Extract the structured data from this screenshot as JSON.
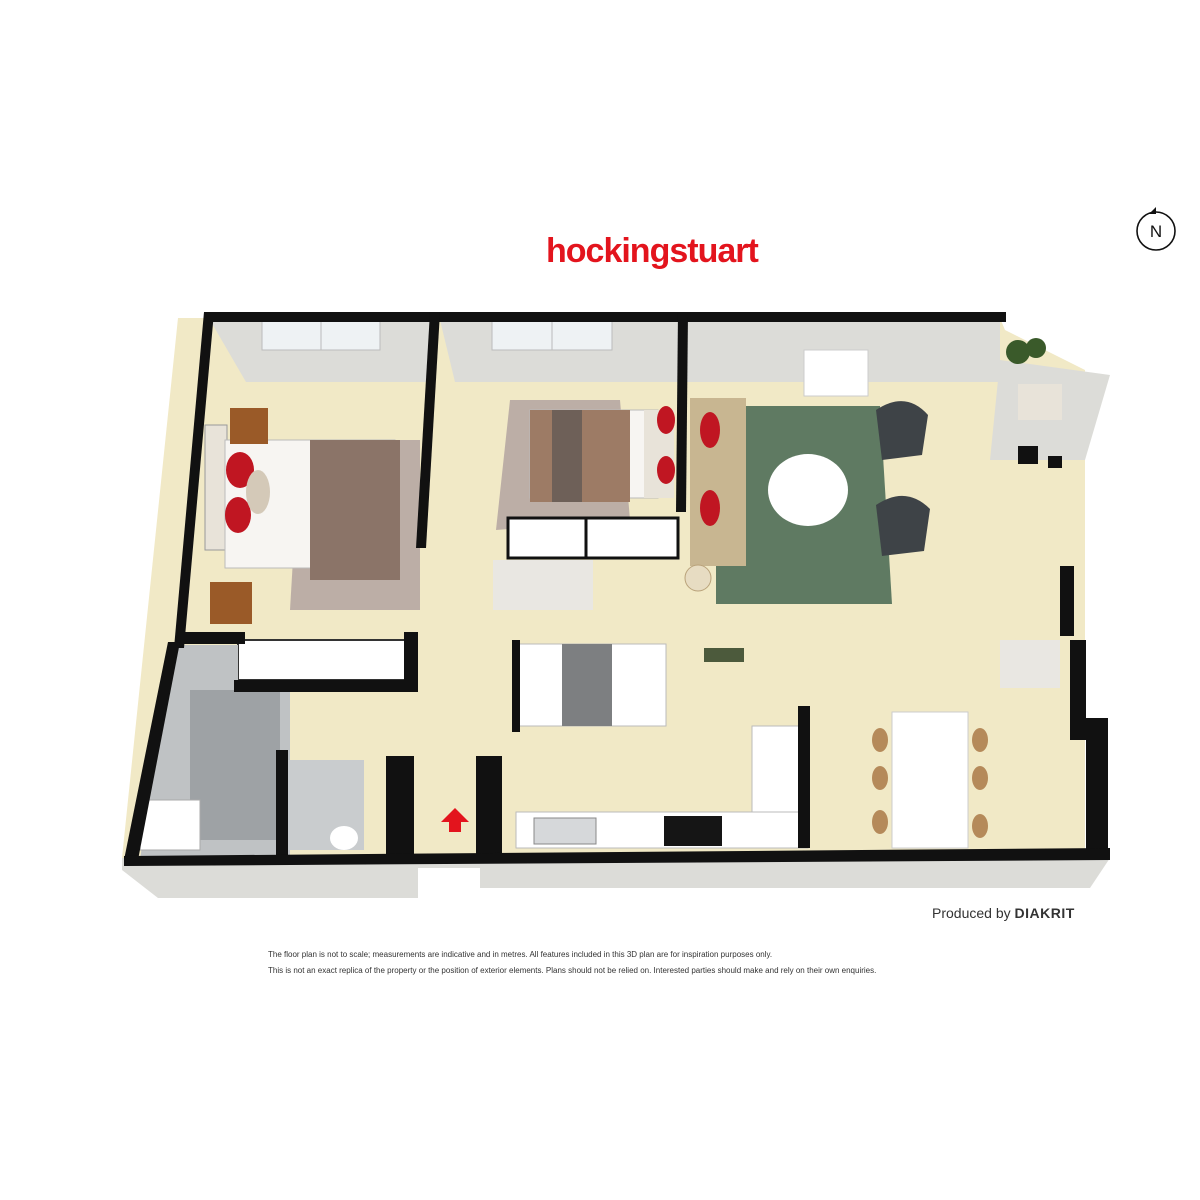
{
  "brand": {
    "name": "hockingstuart",
    "color": "#e3141d"
  },
  "compass": {
    "label": "N"
  },
  "credit": {
    "prefix": "Produced by",
    "company": "DIAKRIT"
  },
  "disclaimer": {
    "line1": "The floor plan is not to scale; measurements are indicative and in metres. All features included in this 3D plan are for inspiration purposes only.",
    "line2": "This is not an exact replica of the property or the position of exterior elements. Plans should not be relied on. Interested parties should make and rely on their own enquiries."
  },
  "colors": {
    "floor": "#f1e9c6",
    "wall": "#111111",
    "wall_face": "#d9d9d6",
    "rug_living": "#5f7a62",
    "rug_bedroom": "#b3a3a0",
    "accent_red": "#c01622",
    "entry_arrow": "#e3141d"
  },
  "icons": [
    "compass-icon",
    "entry-arrow-icon"
  ]
}
